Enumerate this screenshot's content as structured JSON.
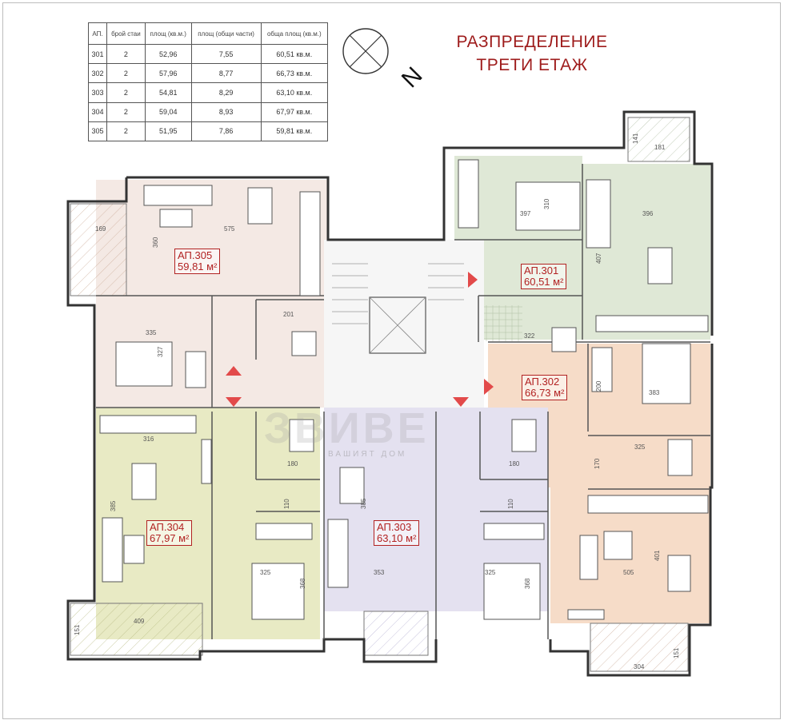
{
  "table": {
    "headers": [
      "АП.",
      "брой стаи",
      "площ (кв.м.)",
      "площ (общи части)",
      "обща площ (кв.м.)"
    ],
    "rows": [
      [
        "301",
        "2",
        "52,96",
        "7,55",
        "60,51 кв.м."
      ],
      [
        "302",
        "2",
        "57,96",
        "8,77",
        "66,73 кв.м."
      ],
      [
        "303",
        "2",
        "54,81",
        "8,29",
        "63,10 кв.м."
      ],
      [
        "304",
        "2",
        "59,04",
        "8,93",
        "67,97 кв.м."
      ],
      [
        "305",
        "2",
        "51,95",
        "7,86",
        "59,81 кв.м."
      ]
    ]
  },
  "title": {
    "line1": "РАЗПРЕДЕЛЕНИЕ",
    "line2": "ТРЕТИ ЕТАЖ"
  },
  "north": {
    "label": "N"
  },
  "apartments": [
    {
      "id": "ap305",
      "name": "АП.305",
      "area": "59,81 м²",
      "color": "#f4e9e4"
    },
    {
      "id": "ap301",
      "name": "АП.301",
      "area": "60,51 м²",
      "color": "#dfe8d6"
    },
    {
      "id": "ap302",
      "name": "АП.302",
      "area": "66,73 м²",
      "color": "#f6dcc8"
    },
    {
      "id": "ap304",
      "name": "АП.304",
      "area": "67,97 м²",
      "color": "#e8eac4"
    },
    {
      "id": "ap303",
      "name": "АП.303",
      "area": "63,10 м²",
      "color": "#e4e1f0"
    }
  ],
  "dimensions": [
    "169",
    "360",
    "575",
    "335",
    "327",
    "201",
    "316",
    "385",
    "409",
    "151",
    "180",
    "110",
    "325",
    "368",
    "353",
    "385",
    "110",
    "180",
    "325",
    "368",
    "397",
    "310",
    "396",
    "407",
    "322",
    "383",
    "200",
    "325",
    "170",
    "401",
    "505",
    "151",
    "304",
    "141",
    "181"
  ],
  "watermark": {
    "main": "ЗВИВЕ",
    "sub": "ВАШИЯТ ДОМ"
  }
}
